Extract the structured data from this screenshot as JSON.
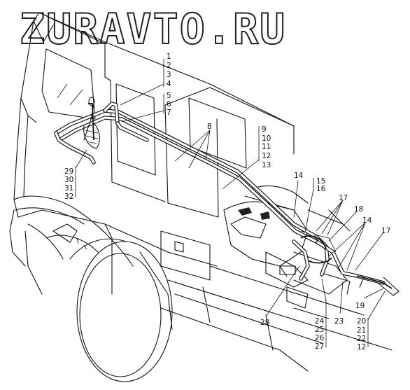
{
  "watermark": "ZURAVTO.RU",
  "callouts": {
    "c1": "1",
    "c2": "2",
    "c3": "3",
    "c4": "4",
    "c5": "5",
    "c6": "6",
    "c7": "7",
    "c8": "8",
    "c9": "9",
    "c10": "10",
    "c11": "11",
    "c12": "12",
    "c13": "13",
    "c14a": "14",
    "c14b": "14",
    "c15": "15",
    "c16": "16",
    "c17a": "17",
    "c17b": "17",
    "c18": "18",
    "c19": "19",
    "c20": "20",
    "c21": "21",
    "c22": "22",
    "c12b": "12",
    "c23": "23",
    "c24": "24",
    "c25": "25",
    "c26": "26",
    "c27": "27",
    "c28": "28",
    "c29": "29",
    "c30": "30",
    "c31": "31",
    "c32": "32"
  }
}
